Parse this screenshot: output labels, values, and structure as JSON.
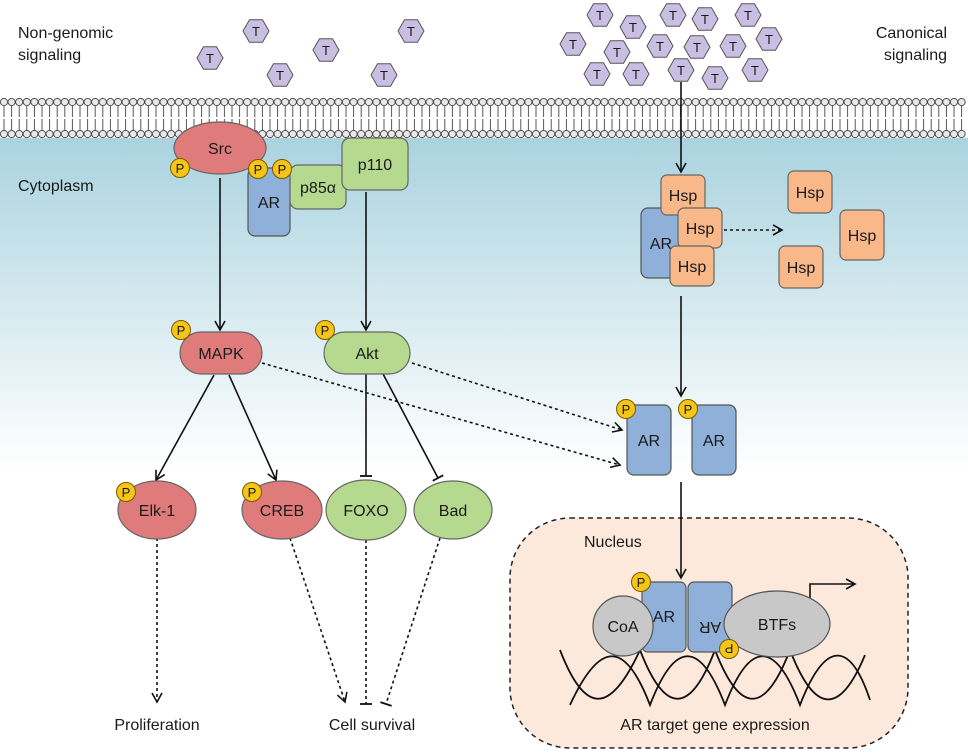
{
  "labels": {
    "non_genomic": [
      "Non-genomic",
      "signaling"
    ],
    "canonical": [
      "Canonical",
      "signaling"
    ],
    "cytoplasm": "Cytoplasm",
    "nucleus": "Nucleus",
    "proliferation": "Proliferation",
    "cell_survival": "Cell survival",
    "ar_target": "AR target gene expression"
  },
  "ligand": "T",
  "phospho": "P",
  "nodes": {
    "src": "Src",
    "p110": "p110",
    "p85a": "p85α",
    "ar_membrane": "AR",
    "mapk": "MAPK",
    "akt": "Akt",
    "elk1": "Elk-1",
    "creb": "CREB",
    "foxo": "FOXO",
    "bad": "Bad",
    "hsp": "Hsp",
    "ar_hsp": "AR",
    "ar_dimer": "AR",
    "coa": "CoA",
    "btfs": "BTFs",
    "ar": "AR"
  },
  "colors": {
    "src": "#e07b7b",
    "green": "#b5d98f",
    "ar_blue": "#8fb0d8",
    "hsp": "#f9b88a",
    "phospho": "#f5c518",
    "ligand": "#c9bfe3",
    "nucleus_fill": "#fce9dc",
    "gray": "#c8c8c8"
  }
}
